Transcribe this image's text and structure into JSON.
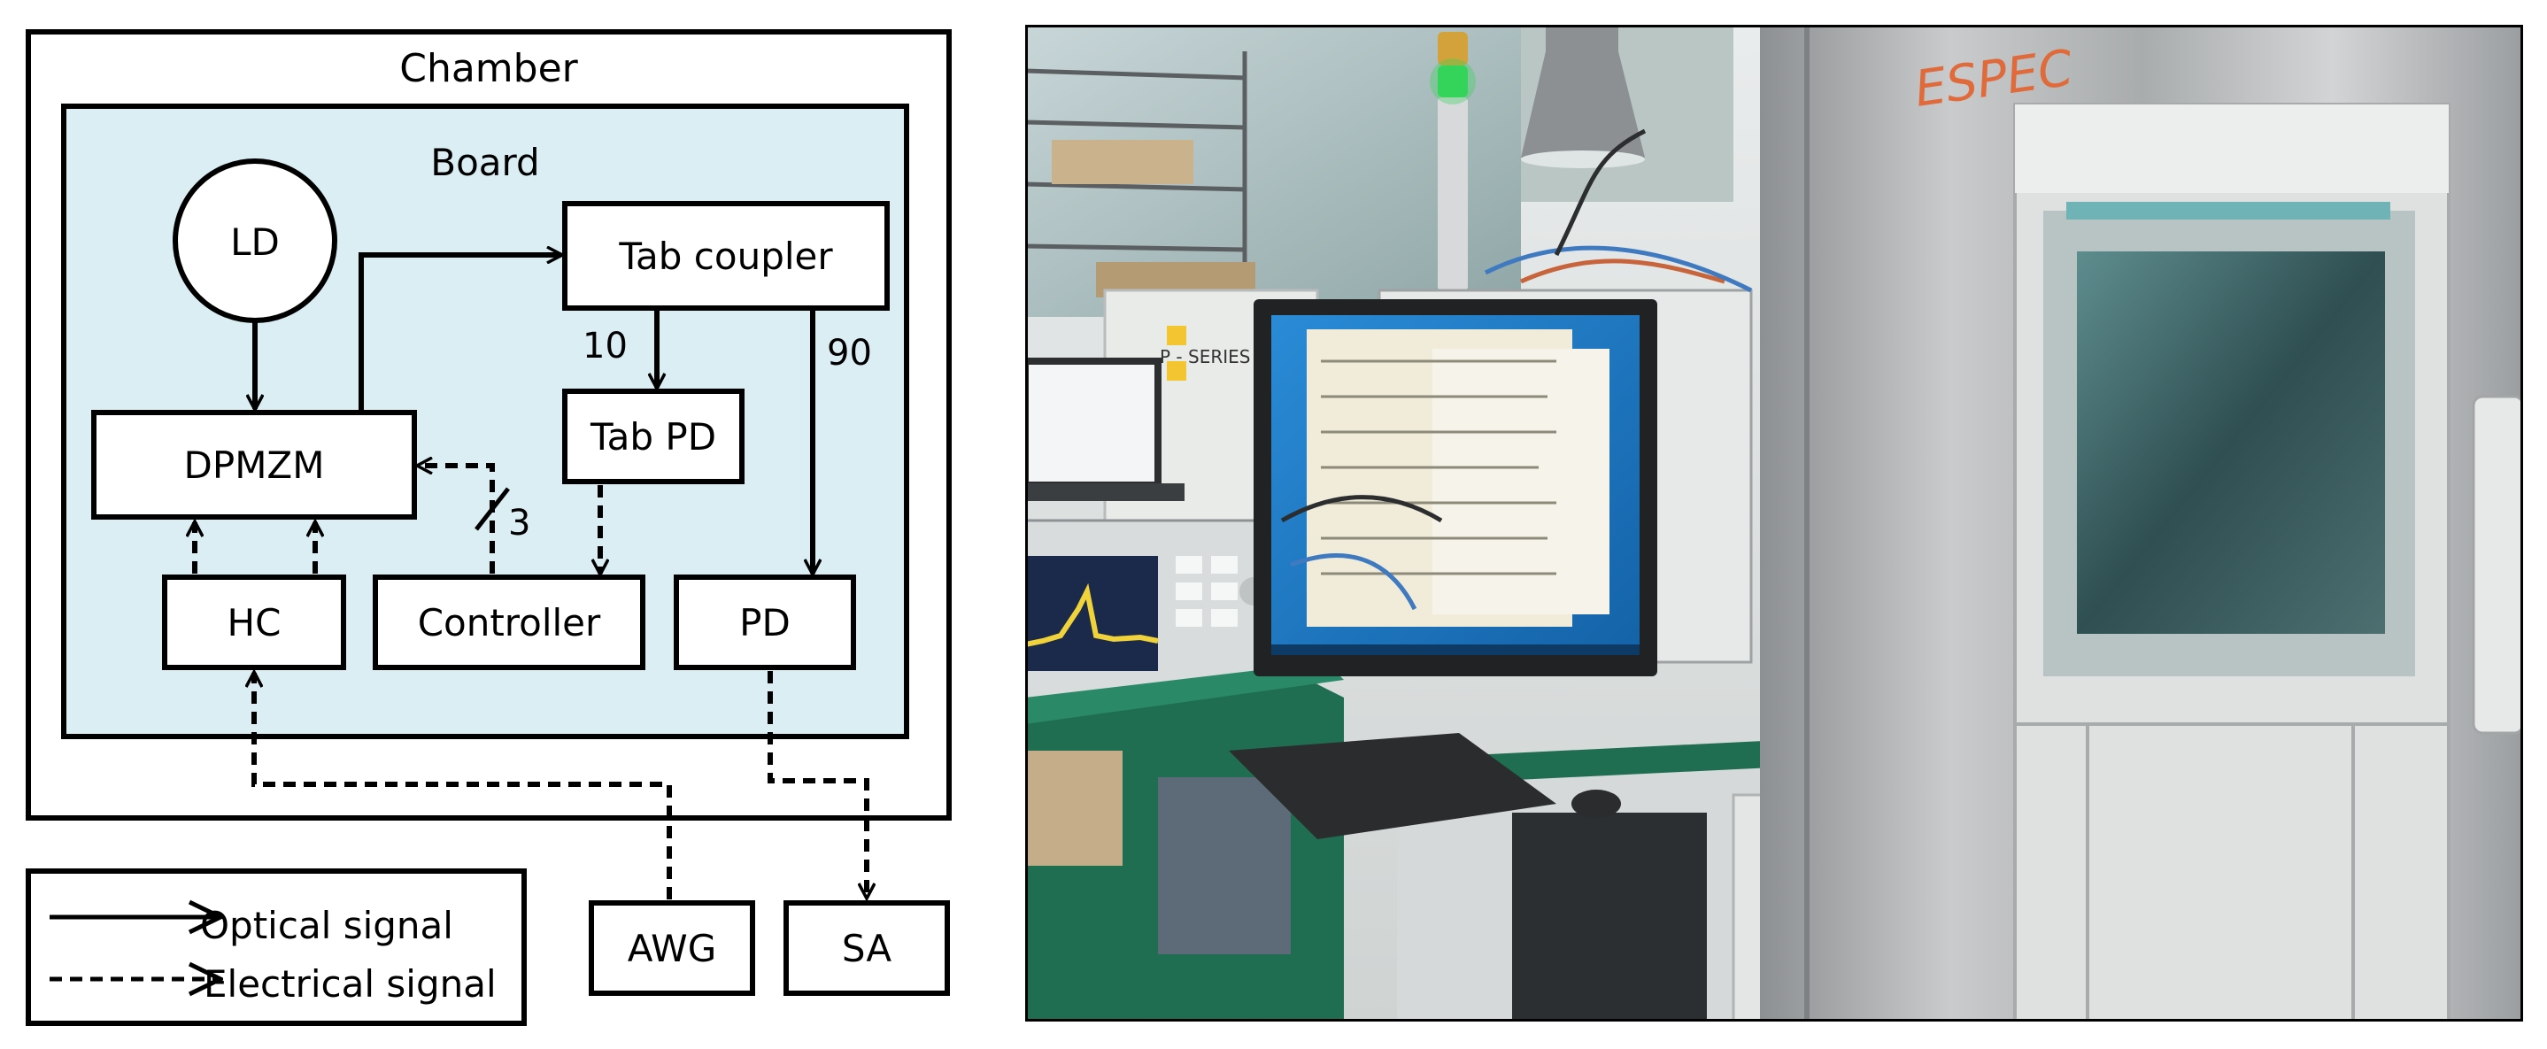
{
  "diagram": {
    "chamber_label": "Chamber",
    "board_label": "Board",
    "blocks": {
      "ld": "LD",
      "tab_coupler": "Tab coupler",
      "dpmzm": "DPMZM",
      "tab_pd": "Tab PD",
      "hc": "HC",
      "controller": "Controller",
      "pd": "PD",
      "awg": "AWG",
      "sa": "SA"
    },
    "ratio_10": "10",
    "ratio_90": "90",
    "bus_width": "3",
    "legend": {
      "optical": "Optical signal",
      "electrical": "Electrical signal"
    }
  },
  "photo": {
    "brand": "ESPEC",
    "oven_label": "P - SERIES"
  },
  "colors": {
    "board_fill": "#daeef3",
    "line": "#000000",
    "stainless": "#b7b9ba",
    "screen_blue": "#1f7cc7",
    "bench_green": "#1f6e52",
    "tower_green": "#35d35a"
  }
}
